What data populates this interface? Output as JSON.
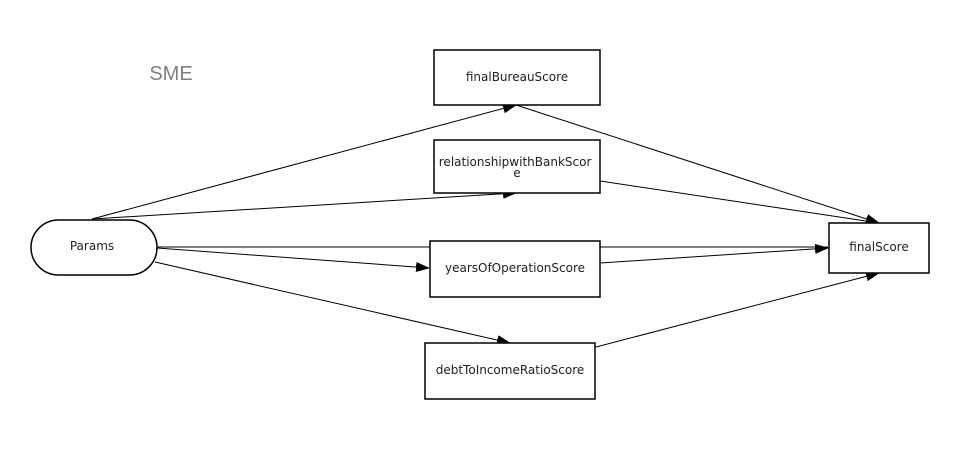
{
  "diagram": {
    "title": "SME",
    "nodes": [
      {
        "id": "params",
        "label": "Params",
        "shape": "stadium"
      },
      {
        "id": "finalBureau",
        "label": "finalBureauScore",
        "shape": "rect"
      },
      {
        "id": "relationship",
        "label_lines": [
          "relationshipwithBankScor",
          "e"
        ],
        "shape": "rect"
      },
      {
        "id": "years",
        "label": "yearsOfOperationScore",
        "shape": "rect"
      },
      {
        "id": "debt",
        "label": "debtToIncomeRatioScore",
        "shape": "rect"
      },
      {
        "id": "final",
        "label": "finalScore",
        "shape": "rect"
      }
    ],
    "edges": [
      {
        "from": "params",
        "to": "finalBureau"
      },
      {
        "from": "params",
        "to": "relationship"
      },
      {
        "from": "params",
        "to": "years"
      },
      {
        "from": "params",
        "to": "debt"
      },
      {
        "from": "params",
        "to": "final"
      },
      {
        "from": "finalBureau",
        "to": "final"
      },
      {
        "from": "relationship",
        "to": "final"
      },
      {
        "from": "years",
        "to": "final"
      },
      {
        "from": "debt",
        "to": "final"
      }
    ],
    "colors": {
      "stroke": "#000000",
      "title": "#808080",
      "text": "#222222",
      "background": "#ffffff"
    }
  }
}
